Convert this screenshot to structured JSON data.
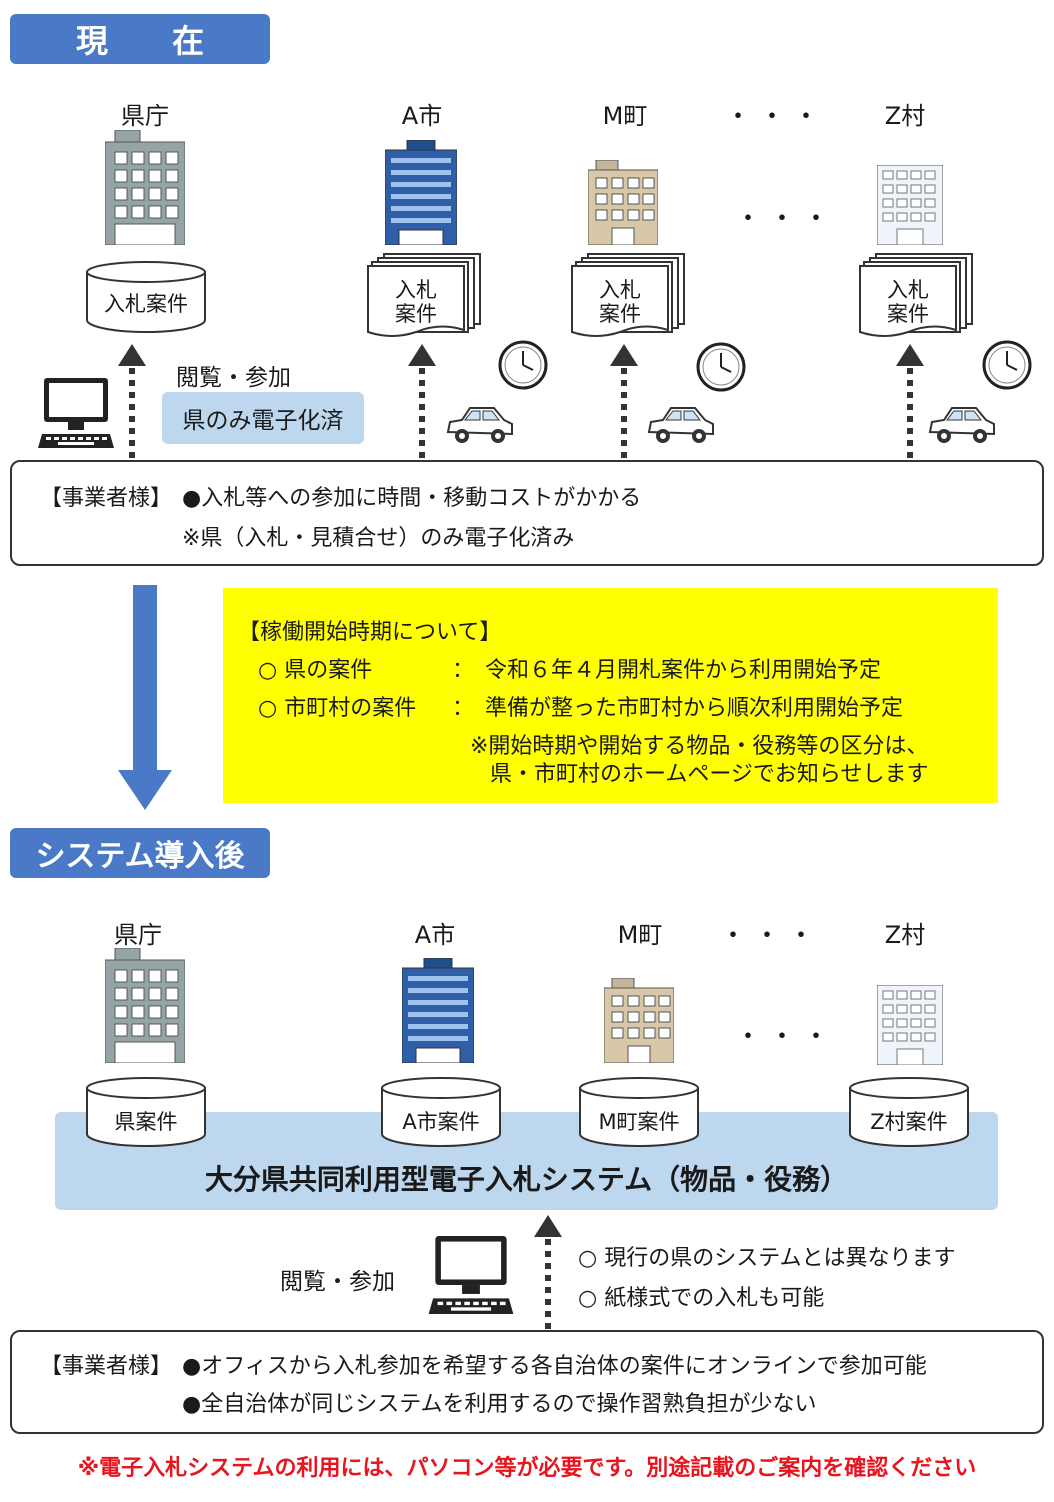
{
  "current": {
    "title": "現　　在",
    "entities": [
      "県庁",
      "A市",
      "M町",
      "Z村"
    ],
    "ellipsis": "・・・",
    "pref_db": "入札案件",
    "paper_doc": "入札\n案件",
    "access": "閲覧・参加",
    "note": "県のみ電子化済",
    "biz_label": "【事業者様】",
    "biz_line1": "●入札等への参加に時間・移動コストがかかる",
    "biz_line2": "※県（入札・見積合せ）のみ電子化済み"
  },
  "schedule": {
    "title": "【稼働開始時期について】",
    "item1_label": "○ 県の案件",
    "item1_value": "：　令和６年４月開札案件から利用開始予定",
    "item2_label": "○ 市町村の案件",
    "item2_value": "：　準備が整った市町村から順次利用開始予定",
    "note1": "※開始時期や開始する物品・役務等の区分は、",
    "note2": "県・市町村のホームページでお知らせします"
  },
  "after": {
    "title": "システム導入後",
    "entities": [
      "県庁",
      "A市",
      "M町",
      "Z村"
    ],
    "ellipsis": "・・・",
    "dbs": [
      "県案件",
      "A市案件",
      "M町案件",
      "Z村案件"
    ],
    "system_name": "大分県共同利用型電子入札システム（物品・役務）",
    "access": "閲覧・参加",
    "point1": "○ 現行の県のシステムとは異なります",
    "point2": "○ 紙様式での入札も可能",
    "biz_label": "【事業者様】",
    "biz_line1": "●オフィスから入札参加を希望する各自治体の案件にオンラインで参加可能",
    "biz_line2": "●全自治体が同じシステムを利用するので操作習熟負担が少ない"
  },
  "footer": "※電子入札システムの利用には、パソコン等が必要です。別途記載のご案内を確認ください",
  "colors": {
    "tag": "#4a7ac7",
    "yellow": "#ffff00",
    "system": "#bdd7ee",
    "red": "#e8141e"
  }
}
